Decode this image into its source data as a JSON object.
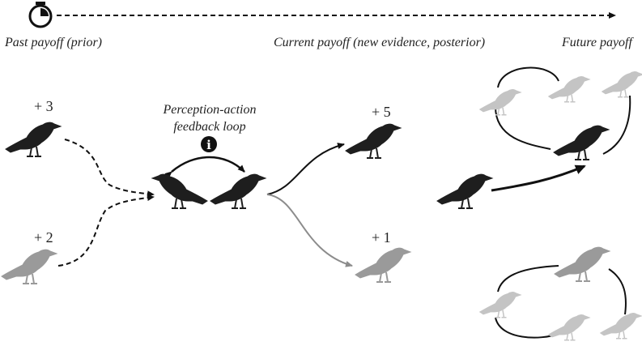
{
  "diagram": {
    "headers": {
      "past": "Past payoff  (prior)",
      "current": "Current payoff  (new evidence, posterior)",
      "future": "Future payoff"
    },
    "payoffs": {
      "past_top": "+ 3",
      "past_bottom": "+ 2",
      "current_top": "+ 5",
      "current_bottom": "+ 1"
    },
    "loop_label": {
      "line1": "Perception-action",
      "line2": "feedback loop"
    },
    "info_glyph": "i",
    "colors": {
      "dark": "#1e1e1e",
      "mid_gray": "#9a9a9a",
      "light_gray": "#c4c4c4",
      "line": "#111111",
      "gray_line": "#8c8c8c"
    }
  }
}
